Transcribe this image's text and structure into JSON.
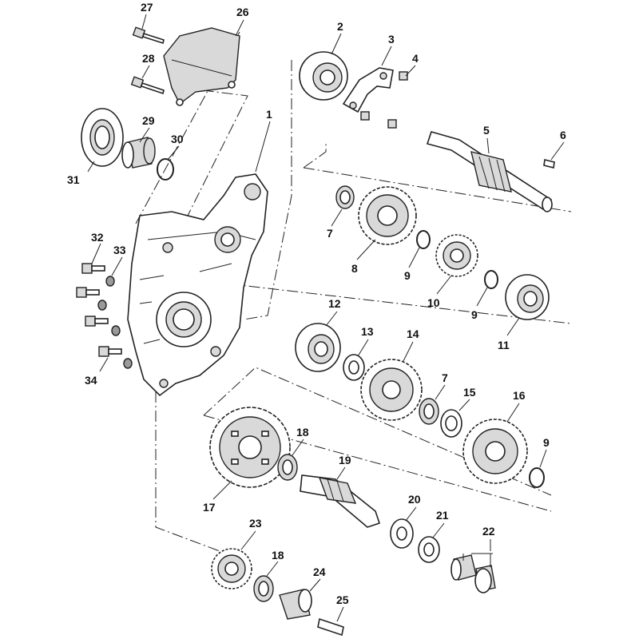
{
  "callouts": {
    "p1": "1",
    "p2": "2",
    "p3": "3",
    "p4": "4",
    "p5": "5",
    "p6": "6",
    "p7a": "7",
    "p7b": "7",
    "p8": "8",
    "p9a": "9",
    "p9b": "9",
    "p9c": "9",
    "p10": "10",
    "p11": "11",
    "p12": "12",
    "p13": "13",
    "p14": "14",
    "p15": "15",
    "p16": "16",
    "p17": "17",
    "p18a": "18",
    "p18b": "18",
    "p19": "19",
    "p20": "20",
    "p21": "21",
    "p22": "22",
    "p23": "23",
    "p24": "24",
    "p25": "25",
    "p26": "26",
    "p27": "27",
    "p28": "28",
    "p29": "29",
    "p30": "30",
    "p31": "31",
    "p32": "32",
    "p33": "33",
    "p34": "34"
  }
}
